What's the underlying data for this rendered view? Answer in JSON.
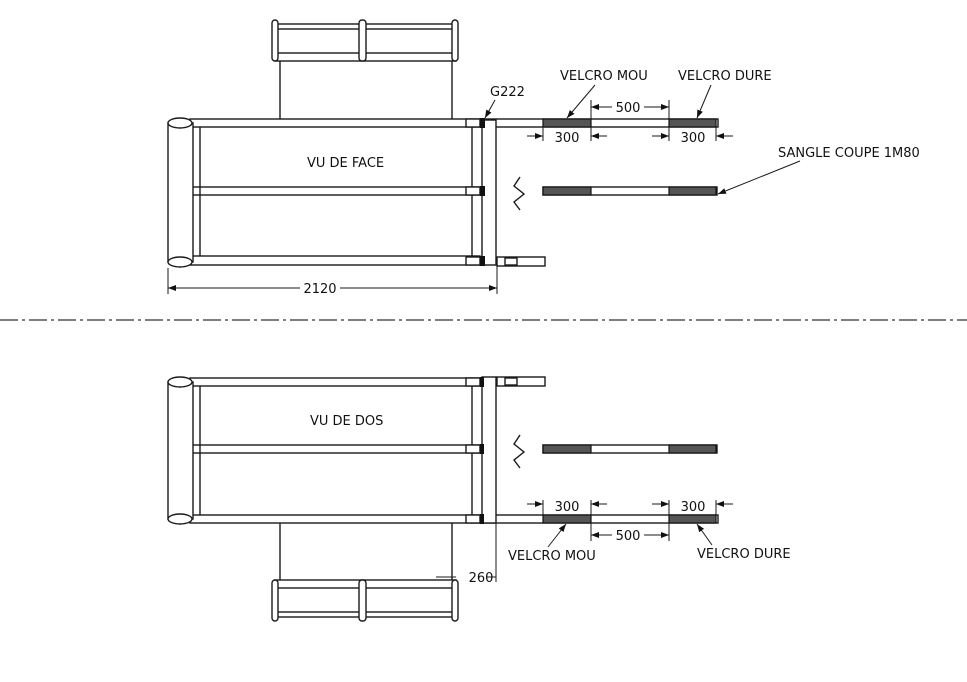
{
  "front_view": {
    "title": "VU DE FACE",
    "buckle_label": "G222",
    "velcro_soft_label": "VELCRO MOU",
    "velcro_hard_label": "VELCRO DURE",
    "spacing_dim": "500",
    "velcro_soft_dim": "300",
    "velcro_hard_dim": "300",
    "strap_label": "SANGLE COUPE 1M80",
    "width_dim": "2120"
  },
  "back_view": {
    "title": "VU DE DOS",
    "velcro_soft_label": "VELCRO MOU",
    "velcro_hard_label": "VELCRO DURE",
    "spacing_dim": "500",
    "velcro_soft_dim": "300",
    "velcro_hard_dim": "300",
    "offset_dim": "260"
  },
  "colors": {
    "line": "#1a1a1a",
    "velcro": "#555555"
  }
}
